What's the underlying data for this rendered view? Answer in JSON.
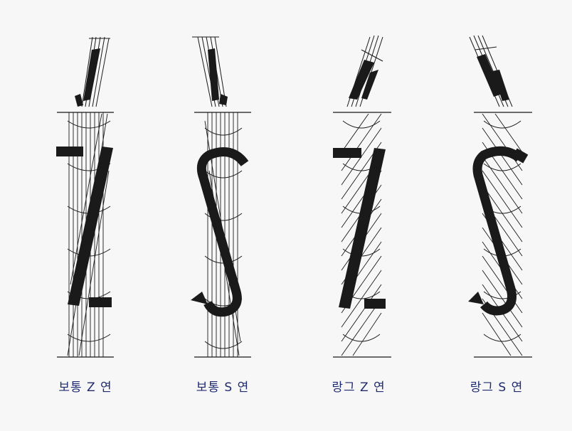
{
  "items": [
    {
      "label": "보통 Z 연",
      "lay": "regular",
      "direction": "Z"
    },
    {
      "label": "보통 S 연",
      "lay": "regular",
      "direction": "S"
    },
    {
      "label": "랑그 Z 연",
      "lay": "lang",
      "direction": "Z"
    },
    {
      "label": "랑그 S 연",
      "lay": "lang",
      "direction": "S"
    }
  ],
  "colors": {
    "background": "#f7f7f7",
    "ink": "#1a1a1a",
    "caption": "#1f2b6e"
  }
}
